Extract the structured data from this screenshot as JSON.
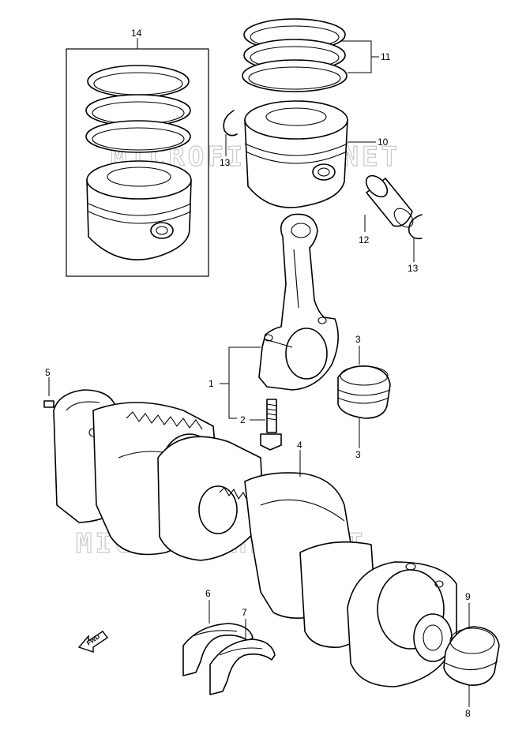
{
  "watermark": "MICROFICHES.NET",
  "fwd_label": "FWD",
  "callouts": {
    "c1": "1",
    "c2": "2",
    "c3a": "3",
    "c3b": "3",
    "c4": "4",
    "c5": "5",
    "c6": "6",
    "c7": "7",
    "c8": "8",
    "c9": "9",
    "c10": "10",
    "c11": "11",
    "c12": "12",
    "c13a": "13",
    "c13b": "13",
    "c14": "14"
  }
}
